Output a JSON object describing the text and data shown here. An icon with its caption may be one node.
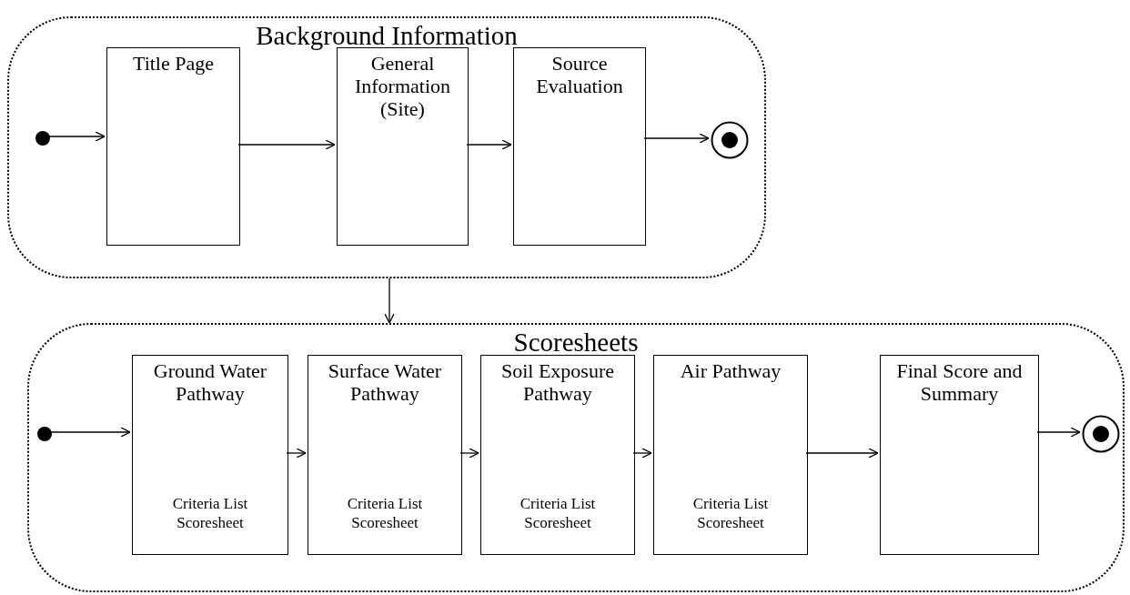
{
  "diagram": {
    "nodes": [
      {
        "text": [
          "Background Information"
        ]
      },
      {
        "text": [],
        "shape": "circle",
        "in": 0
      },
      {
        "text": [
          "Title Page"
        ],
        "in": 0
      },
      {
        "text": [
          "General Information (Site)"
        ],
        "in": 0
      },
      {
        "text": [
          "Source Evaluation"
        ],
        "in": 0
      },
      {
        "text": [],
        "shape": "bullseye",
        "in": 0
      },
      {
        "text": [
          "Scoresheets"
        ]
      },
      {
        "text": [],
        "shape": "circle",
        "in": 6
      },
      {
        "text": [
          "Ground Water Pathway",
          "Criteria List Scoresheet"
        ],
        "in": 6
      },
      {
        "text": [
          "Surface Water Pathway",
          "Criteria List Scoresheet"
        ],
        "in": 6
      },
      {
        "text": [
          "Soil Exposure Pathway",
          "Criteria List Scoresheet"
        ],
        "in": 6
      },
      {
        "text": [
          "Air Pathway",
          "Criteria List Scoresheet"
        ],
        "in": 6
      },
      {
        "text": [
          "Final Score and Summary"
        ],
        "in": 6
      },
      {
        "text": [],
        "shape": "bullseye",
        "in": 6
      }
    ],
    "edges": [
      {
        "from": 1,
        "to": 2,
        "arrow": "to"
      },
      {
        "from": 2,
        "to": 3,
        "arrow": "to"
      },
      {
        "from": 3,
        "to": 4,
        "arrow": "to"
      },
      {
        "from": 4,
        "to": 5,
        "arrow": "to"
      },
      {
        "from": 0,
        "to": 6,
        "arrow": "to"
      },
      {
        "from": 7,
        "to": 8,
        "arrow": "to"
      },
      {
        "from": 8,
        "to": 9,
        "arrow": "to"
      },
      {
        "from": 9,
        "to": 10,
        "arrow": "to"
      },
      {
        "from": 10,
        "to": 11,
        "arrow": "to"
      },
      {
        "from": 11,
        "to": 12,
        "arrow": "to"
      },
      {
        "from": 12,
        "to": 13,
        "arrow": "to"
      }
    ]
  }
}
